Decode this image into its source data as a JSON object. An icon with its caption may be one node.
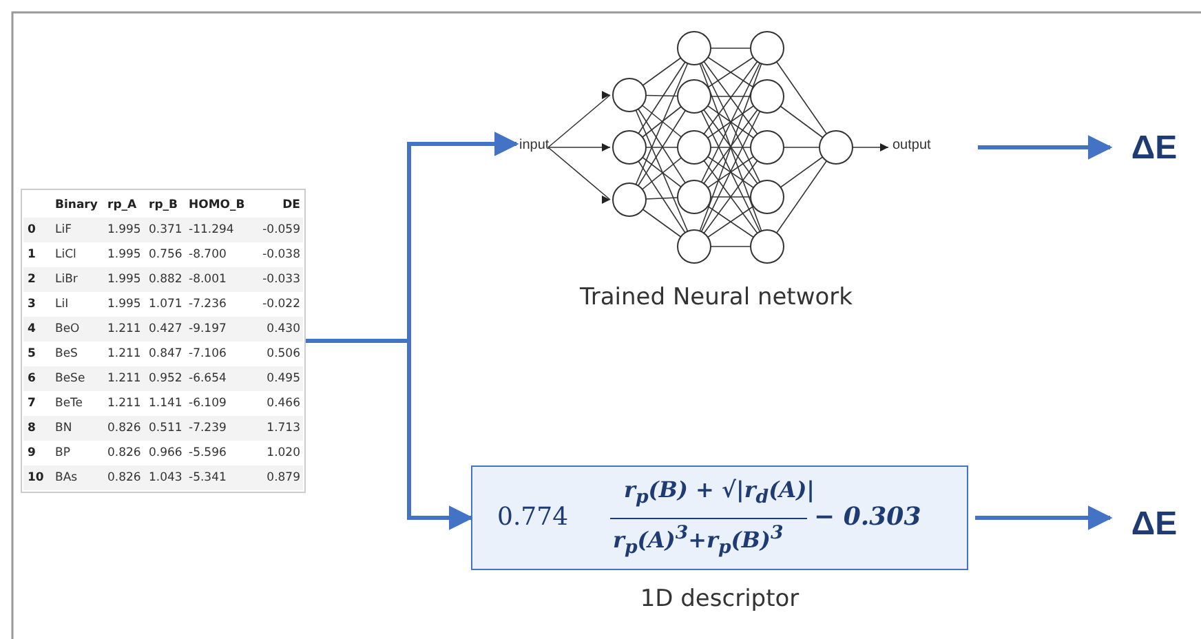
{
  "diagram": {
    "nodes": [
      {
        "text": [],
        "shape": "box"
      },
      {
        "text": [],
        "shape": "picture",
        "beside": [
          "Trained Neural network"
        ]
      },
      {
        "text": [
          "ΔE"
        ]
      },
      {
        "text": [
          "0.774",
          "*r*$_{p}$(*B*) + √|*r*$_{d}$(*A*)|",
          "*r*$_{p}$(*A*)$^{3}$+*r*$_{p}$(*B*)$^{3}$",
          "− 0.303"
        ],
        "beside": [
          "1D descriptor"
        ]
      },
      {
        "text": [
          "ΔE"
        ]
      }
    ],
    "edges": [
      {
        "from": 0,
        "to": 1,
        "arrow": "to"
      },
      {
        "from": 0,
        "to": 3,
        "arrow": "to"
      },
      {
        "from": null,
        "to": 2,
        "arrow": "to"
      },
      {
        "from": 3,
        "to": 4,
        "arrow": "to"
      }
    ],
    "labels": [
      "Binary",
      "rp_A",
      "rp_B",
      "HOMO_B",
      "DE",
      "0",
      "LiF",
      "1.995",
      "0.371",
      "-11.294",
      "-0.059",
      "1",
      "LiCl",
      "1.995",
      "0.756",
      "-8.700",
      "-0.038",
      "2",
      "LiBr",
      "1.995",
      "0.882",
      "-8.001",
      "-0.033",
      "3",
      "LiI",
      "1.995",
      "1.071",
      "-7.236",
      "-0.022",
      "4",
      "BeO",
      "1.211",
      "0.427",
      "-9.197",
      "0.430",
      "5",
      "BeS",
      "1.211",
      "0.847",
      "-7.106",
      "0.506",
      "6",
      "BeSe",
      "1.211",
      "0.952",
      "-6.654",
      "0.495",
      "7",
      "BeTe",
      "1.211",
      "1.141",
      "-6.109",
      "0.466",
      "8",
      "BN",
      "0.826",
      "0.511",
      "-7.239",
      "1.713",
      "9",
      "BP",
      "0.826",
      "0.966",
      "-5.596",
      "1.020",
      "10",
      "BAs",
      "0.826",
      "1.043",
      "-5.341",
      "0.879",
      "input",
      "output"
    ]
  }
}
